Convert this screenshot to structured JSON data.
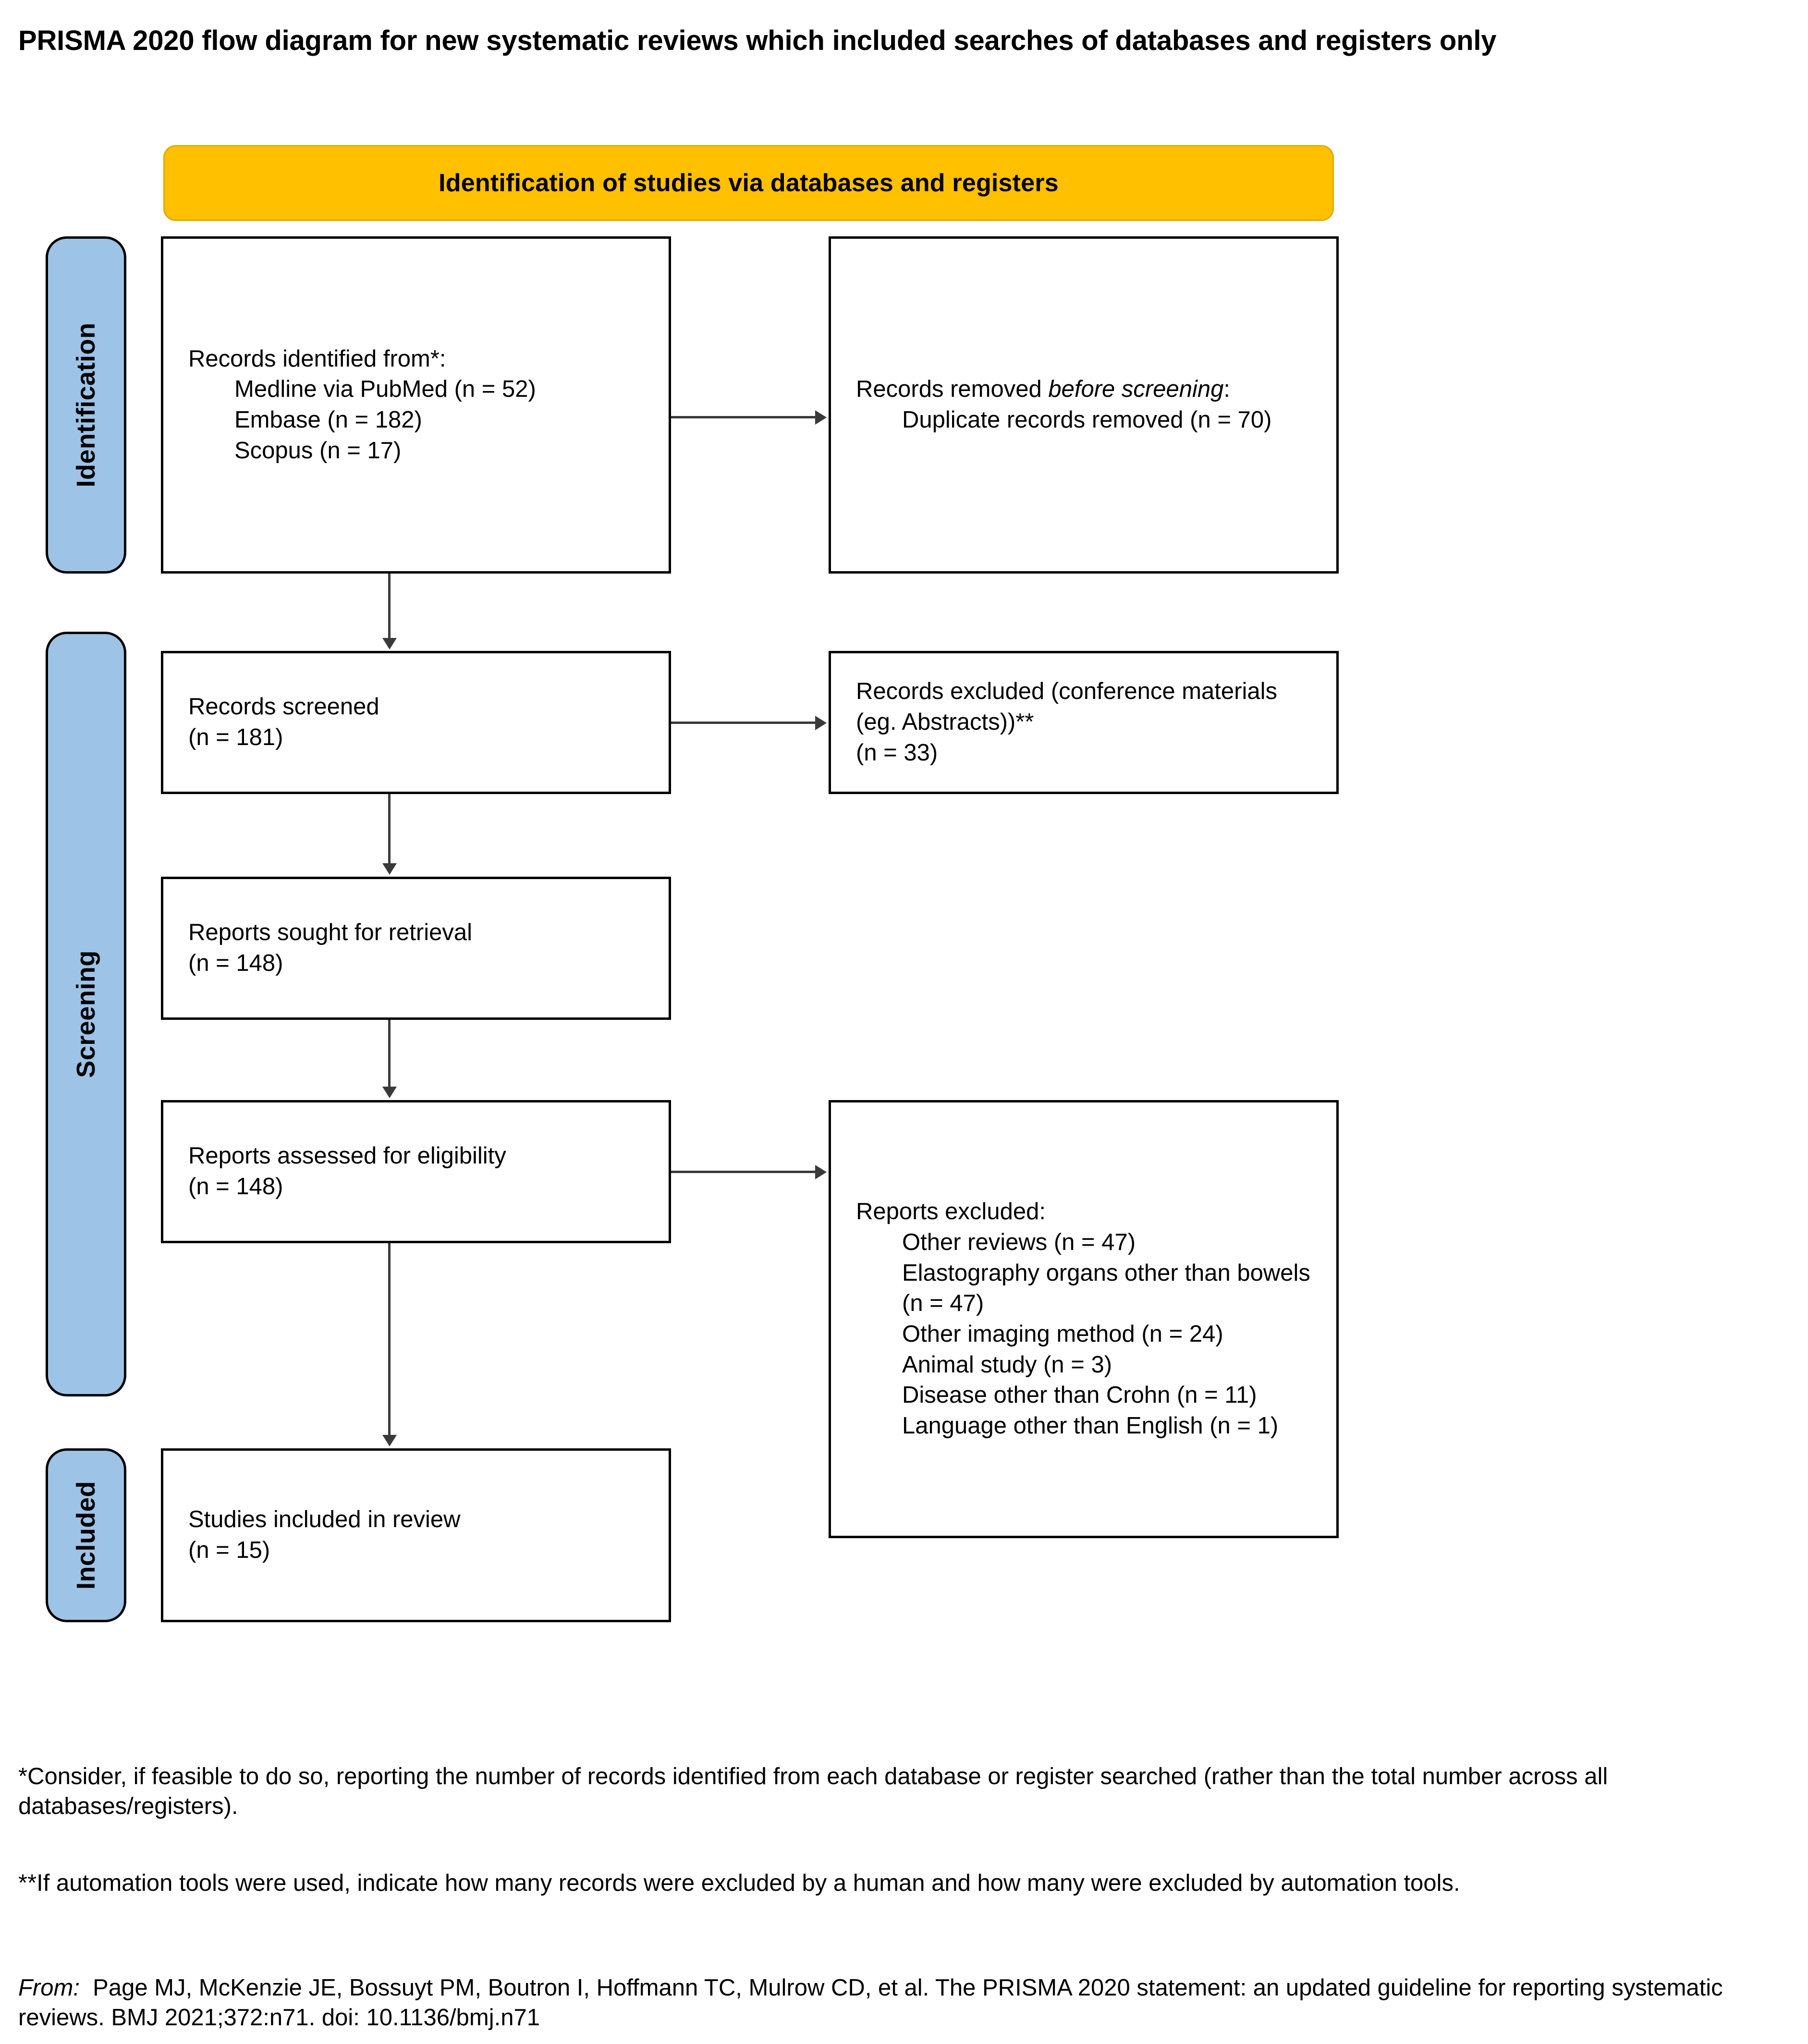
{
  "page": {
    "title": "PRISMA 2020 flow diagram for new systematic reviews which included searches of databases and registers only"
  },
  "stages": [
    {
      "id": "identification",
      "label": "Identification"
    },
    {
      "id": "screening",
      "label": "Screening"
    },
    {
      "id": "included",
      "label": "Included"
    }
  ],
  "banner": {
    "text": "Identification of studies via databases and registers",
    "fill_color": "#FFC000"
  },
  "colors": {
    "banner_fill": "#FFC000",
    "stage_bar_fill": "#9DC3E6",
    "box_border": "#000000",
    "connector": "#3A3A3A",
    "text": "#000000"
  },
  "boxes": {
    "records_identified": {
      "heading": "Records identified from*:",
      "items": [
        "Medline via PubMed (n = 52)",
        "Embase (n = 182)",
        "Scopus (n = 17)"
      ]
    },
    "records_removed": {
      "heading_prefix": "Records removed ",
      "heading_italic": "before screening",
      "heading_suffix": ":",
      "items": [
        "Duplicate records removed  (n = 70)"
      ]
    },
    "records_screened": {
      "line1": "Records screened",
      "line2": "(n = 181)"
    },
    "records_excluded": {
      "line1": "Records excluded (conference materials (eg. Abstracts))**",
      "line2": "(n = 33)"
    },
    "reports_sought": {
      "line1": "Reports sought for retrieval",
      "line2": "(n = 148)"
    },
    "reports_assessed": {
      "line1": "Reports assessed for eligibility",
      "line2": "(n = 148)"
    },
    "reports_excluded": {
      "heading": "Reports excluded:",
      "items": [
        "Other reviews (n = 47)",
        "Elastography organs other than bowels (n = 47)",
        "Other imaging method (n = 24)",
        "Animal study (n = 3)",
        "Disease other than Crohn (n = 11)",
        "Language other than English (n = 1)"
      ]
    },
    "studies_included": {
      "line1": "Studies included in review",
      "line2": "(n = 15)"
    }
  },
  "footnotes": {
    "asterisk": "*Consider, if feasible to do so, reporting the number of records identified from each database or register searched (rather than the total number across all databases/registers).",
    "double_asterisk": "**If automation tools were used, indicate how many records were excluded by a human and how many were excluded by automation tools.",
    "citation_label": "From:",
    "citation_text": "Page MJ, McKenzie JE, Bossuyt PM, Boutron I, Hoffmann TC, Mulrow CD, et al. The PRISMA 2020 statement: an updated guideline for reporting systematic reviews. BMJ 2021;372:n71. doi: 10.1136/bmj.n71"
  }
}
